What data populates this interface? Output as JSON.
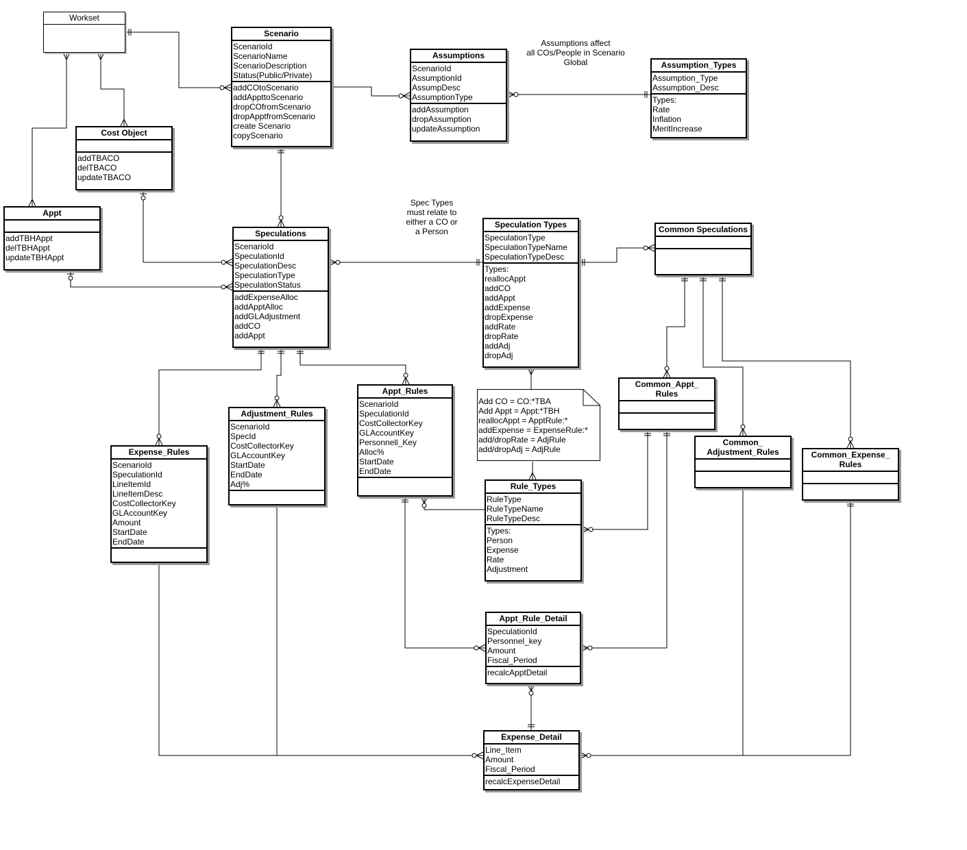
{
  "entities": {
    "workset": {
      "title": "Workset",
      "sections": [
        []
      ]
    },
    "scenario": {
      "title": "Scenario",
      "sections": [
        [
          "ScenarioId",
          "ScenarioName",
          "ScenarioDescription",
          "Status(Public/Private)"
        ],
        [
          "addCOtoScenario",
          "addAppttoScenario",
          "dropCOfromScenario",
          "dropApptfromScenario",
          "create Scenario",
          "copyScenario"
        ]
      ]
    },
    "assumptions": {
      "title": "Assumptions",
      "sections": [
        [
          "ScenarioId",
          "AssumptionId",
          "AssumpDesc",
          "AssumptionType"
        ],
        [
          "addAssumption",
          "dropAssumption",
          "updateAssumption"
        ]
      ]
    },
    "assumption_types": {
      "title": "Assumption_Types",
      "sections": [
        [
          "Assumption_Type",
          "Assumption_Desc"
        ],
        [
          "Types:",
          "Rate",
          "Inflation",
          "MeritIncrease"
        ]
      ]
    },
    "cost_object": {
      "title": "Cost Object",
      "sections": [
        [],
        [
          "addTBACO",
          "delTBACO",
          "updateTBACO"
        ]
      ]
    },
    "appt": {
      "title": "Appt",
      "sections": [
        [],
        [
          "addTBHAppt",
          "delTBHAppt",
          "updateTBHAppt"
        ]
      ]
    },
    "speculations": {
      "title": "Speculations",
      "sections": [
        [
          "ScenarioId",
          "SpeculationId",
          "SpeculationDesc",
          "SpeculationType",
          "SpeculationStatus"
        ],
        [
          "addExpenseAlloc",
          "addApptAlloc",
          "addGLAdjustment",
          "addCO",
          "addAppt"
        ]
      ]
    },
    "speculation_types": {
      "title": "Speculation Types",
      "sections": [
        [
          "SpeculationType",
          "SpeculationTypeName",
          "SpeculationTypeDesc"
        ],
        [
          "Types:",
          "reallocAppt",
          "addCO",
          "addAppt",
          "addExpense",
          "dropExpense",
          "addRate",
          "dropRate",
          "addAdj",
          "dropAdj"
        ]
      ]
    },
    "common_speculations": {
      "title": "Common Speculations",
      "sections": [
        [],
        []
      ]
    },
    "expense_rules": {
      "title": "Expense_Rules",
      "sections": [
        [
          "ScenarioId",
          "SpeculationId",
          "LineItemId",
          "LineItemDesc",
          "CostCollectorKey",
          "GLAccountKey",
          "Amount",
          "StartDate",
          "EndDate"
        ],
        []
      ]
    },
    "adjustment_rules": {
      "title": "Adjustment_Rules",
      "sections": [
        [
          "ScenarioId",
          "SpecId",
          "CostCollectorKey",
          "GLAccountKey",
          "StartDate",
          "EndDate",
          "Adj%"
        ],
        []
      ]
    },
    "appt_rules": {
      "title": "Appt_Rules",
      "sections": [
        [
          "ScenarioId",
          "SpeculationId",
          "CostCollectorKey",
          "GLAccountKey",
          "Personnell_Key",
          "Alloc%",
          "StartDate",
          "EndDate"
        ],
        []
      ]
    },
    "rule_types": {
      "title": "Rule_Types",
      "sections": [
        [
          "RuleType",
          "RuleTypeName",
          "RuleTypeDesc"
        ],
        [
          "Types:",
          "Person",
          "Expense",
          "Rate",
          "Adjustment"
        ]
      ]
    },
    "common_appt_rules": {
      "title": "Common_Appt_\nRules",
      "sections": [
        [],
        []
      ]
    },
    "common_adjustment_rules": {
      "title": "Common_\nAdjustment_Rules",
      "sections": [
        [],
        []
      ]
    },
    "common_expense_rules": {
      "title": "Common_Expense_\nRules",
      "sections": [
        [],
        []
      ]
    },
    "appt_rule_detail": {
      "title": "Appt_Rule_Detail",
      "sections": [
        [
          "SpeculationId",
          "Personnel_key",
          "Amount",
          "Fiscal_Period"
        ],
        [
          "recalcApptDetail"
        ]
      ]
    },
    "expense_detail": {
      "title": "Expense_Detail",
      "sections": [
        [
          "Line_Item",
          "Amount",
          "Fiscal_Period"
        ],
        [
          "recalcExpenseDetail"
        ]
      ]
    }
  },
  "notes": {
    "assumptions_note": [
      "Assumptions affect",
      "all COs/People in Scenario",
      "Global"
    ],
    "spec_types_note": [
      "Spec Types",
      "must relate to",
      "either a CO or",
      "a Person"
    ],
    "mapping_note": [
      "Add CO = CO:*TBA",
      "Add Appt = Appt:*TBH",
      "reallocAppt = ApptRule:*",
      "addExpense = ExpenseRule:*",
      "add/dropRate = AdjRule",
      "add/dropAdj = AdjRule"
    ]
  }
}
